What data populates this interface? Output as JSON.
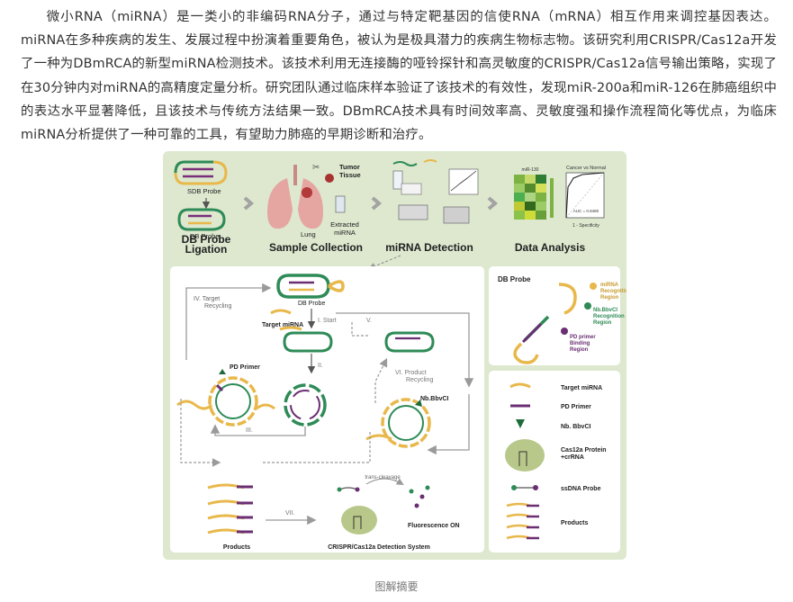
{
  "article": {
    "paragraph": "微小RNA（miRNA）是一类小的非编码RNA分子，通过与特定靶基因的信使RNA（mRNA）相互作用来调控基因表达。miRNA在多种疾病的发生、发展过程中扮演着重要角色，被认为是极具潜力的疾病生物标志物。该研究利用CRISPR/Cas12a开发了一种为DBmRCA的新型miRNA检测技术。该技术利用无连接酶的哑铃探针和高灵敏度的CRISPR/Cas12a信号输出策略，实现了在30分钟内对miRNA的高精度定量分析。研究团队通过临床样本验证了该技术的有效性，发现miR-200a和miR-126在肺癌组织中的表达水平显著降低，且该技术与传统方法结果一致。DBmRCA技术具有时间效率高、灵敏度强和操作流程简化等优点，为临床miRNA分析提供了一种可靠的工具，有望助力肺癌的早期诊断和治疗。"
  },
  "figure": {
    "top_panel": {
      "sdb_probe": "SDB Probe",
      "db_probe": "DB Probe",
      "step1": "DB Probe\nLigation",
      "tumor_tissue": "Tumor\nTissue",
      "lung": "Lung",
      "extracted_mirna": "Extracted\nmiRNA",
      "step2": "Sample Collection",
      "step3": "miRNA Detection",
      "step4": "Data Analysis",
      "heatmap_title": "miR-130",
      "roc_title": "Cancer vs Normal",
      "roc_auc": "AUC = 0.9480",
      "roc_xlabel": "1 - Specificity"
    },
    "mechanism": {
      "db_probe": "DB Probe",
      "target_mirna": "Target miRNA",
      "start": "I. Start",
      "step2": "II.",
      "step3": "III.",
      "step4": "IV. Target\nRecycling",
      "step5": "V.",
      "step6": "VI. Product\nRecycling",
      "step7": "VII.",
      "pd_primer": "PD Primer",
      "nb_bbvci": "Nb.BbvCI",
      "products": "Products",
      "trans_cleavage": "trans-cleavage",
      "fluorescence_on": "Fluorescence ON",
      "system": "CRISPR/Cas12a Detection System"
    },
    "probe_structure": {
      "title": "DB Probe",
      "region1": "miRNA\nRecognition\nRegion",
      "region2": "Nb.BbvCI\nRecognition\nRegion",
      "region3": "PD primer\nBinding\nRegion"
    },
    "legend": {
      "items": [
        "Target miRNA",
        "PD Primer",
        "Nb. BbvCI",
        "Cas12a Protein\n+crRNA",
        "ssDNA Probe",
        "Products"
      ]
    },
    "colors": {
      "panel_bg": "#dde8cf",
      "inner_bg": "#ffffff",
      "yellow": "#e8b84a",
      "green": "#2e8b57",
      "purple": "#6b2e73",
      "gray_arrow": "#a3a3a3"
    }
  },
  "caption": "图解摘要"
}
